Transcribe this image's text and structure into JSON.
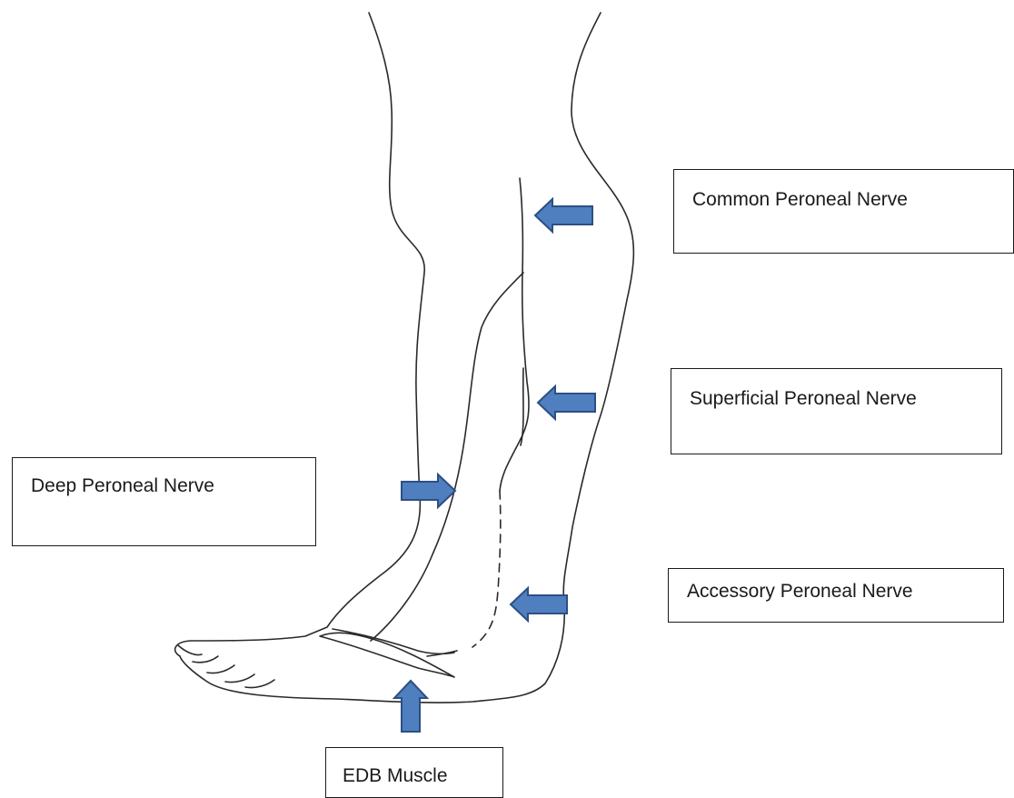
{
  "labels": {
    "common_peroneal": "Common Peroneal Nerve",
    "superficial_peroneal": "Superficial Peroneal Nerve",
    "deep_peroneal": "Deep Peroneal Nerve",
    "accessory_peroneal": "Accessory Peroneal Nerve",
    "edb_muscle": "EDB Muscle"
  },
  "colors": {
    "arrow_fill": "#4f7fbf",
    "arrow_stroke": "#2c4f84",
    "ink": "#2a2a2a"
  }
}
